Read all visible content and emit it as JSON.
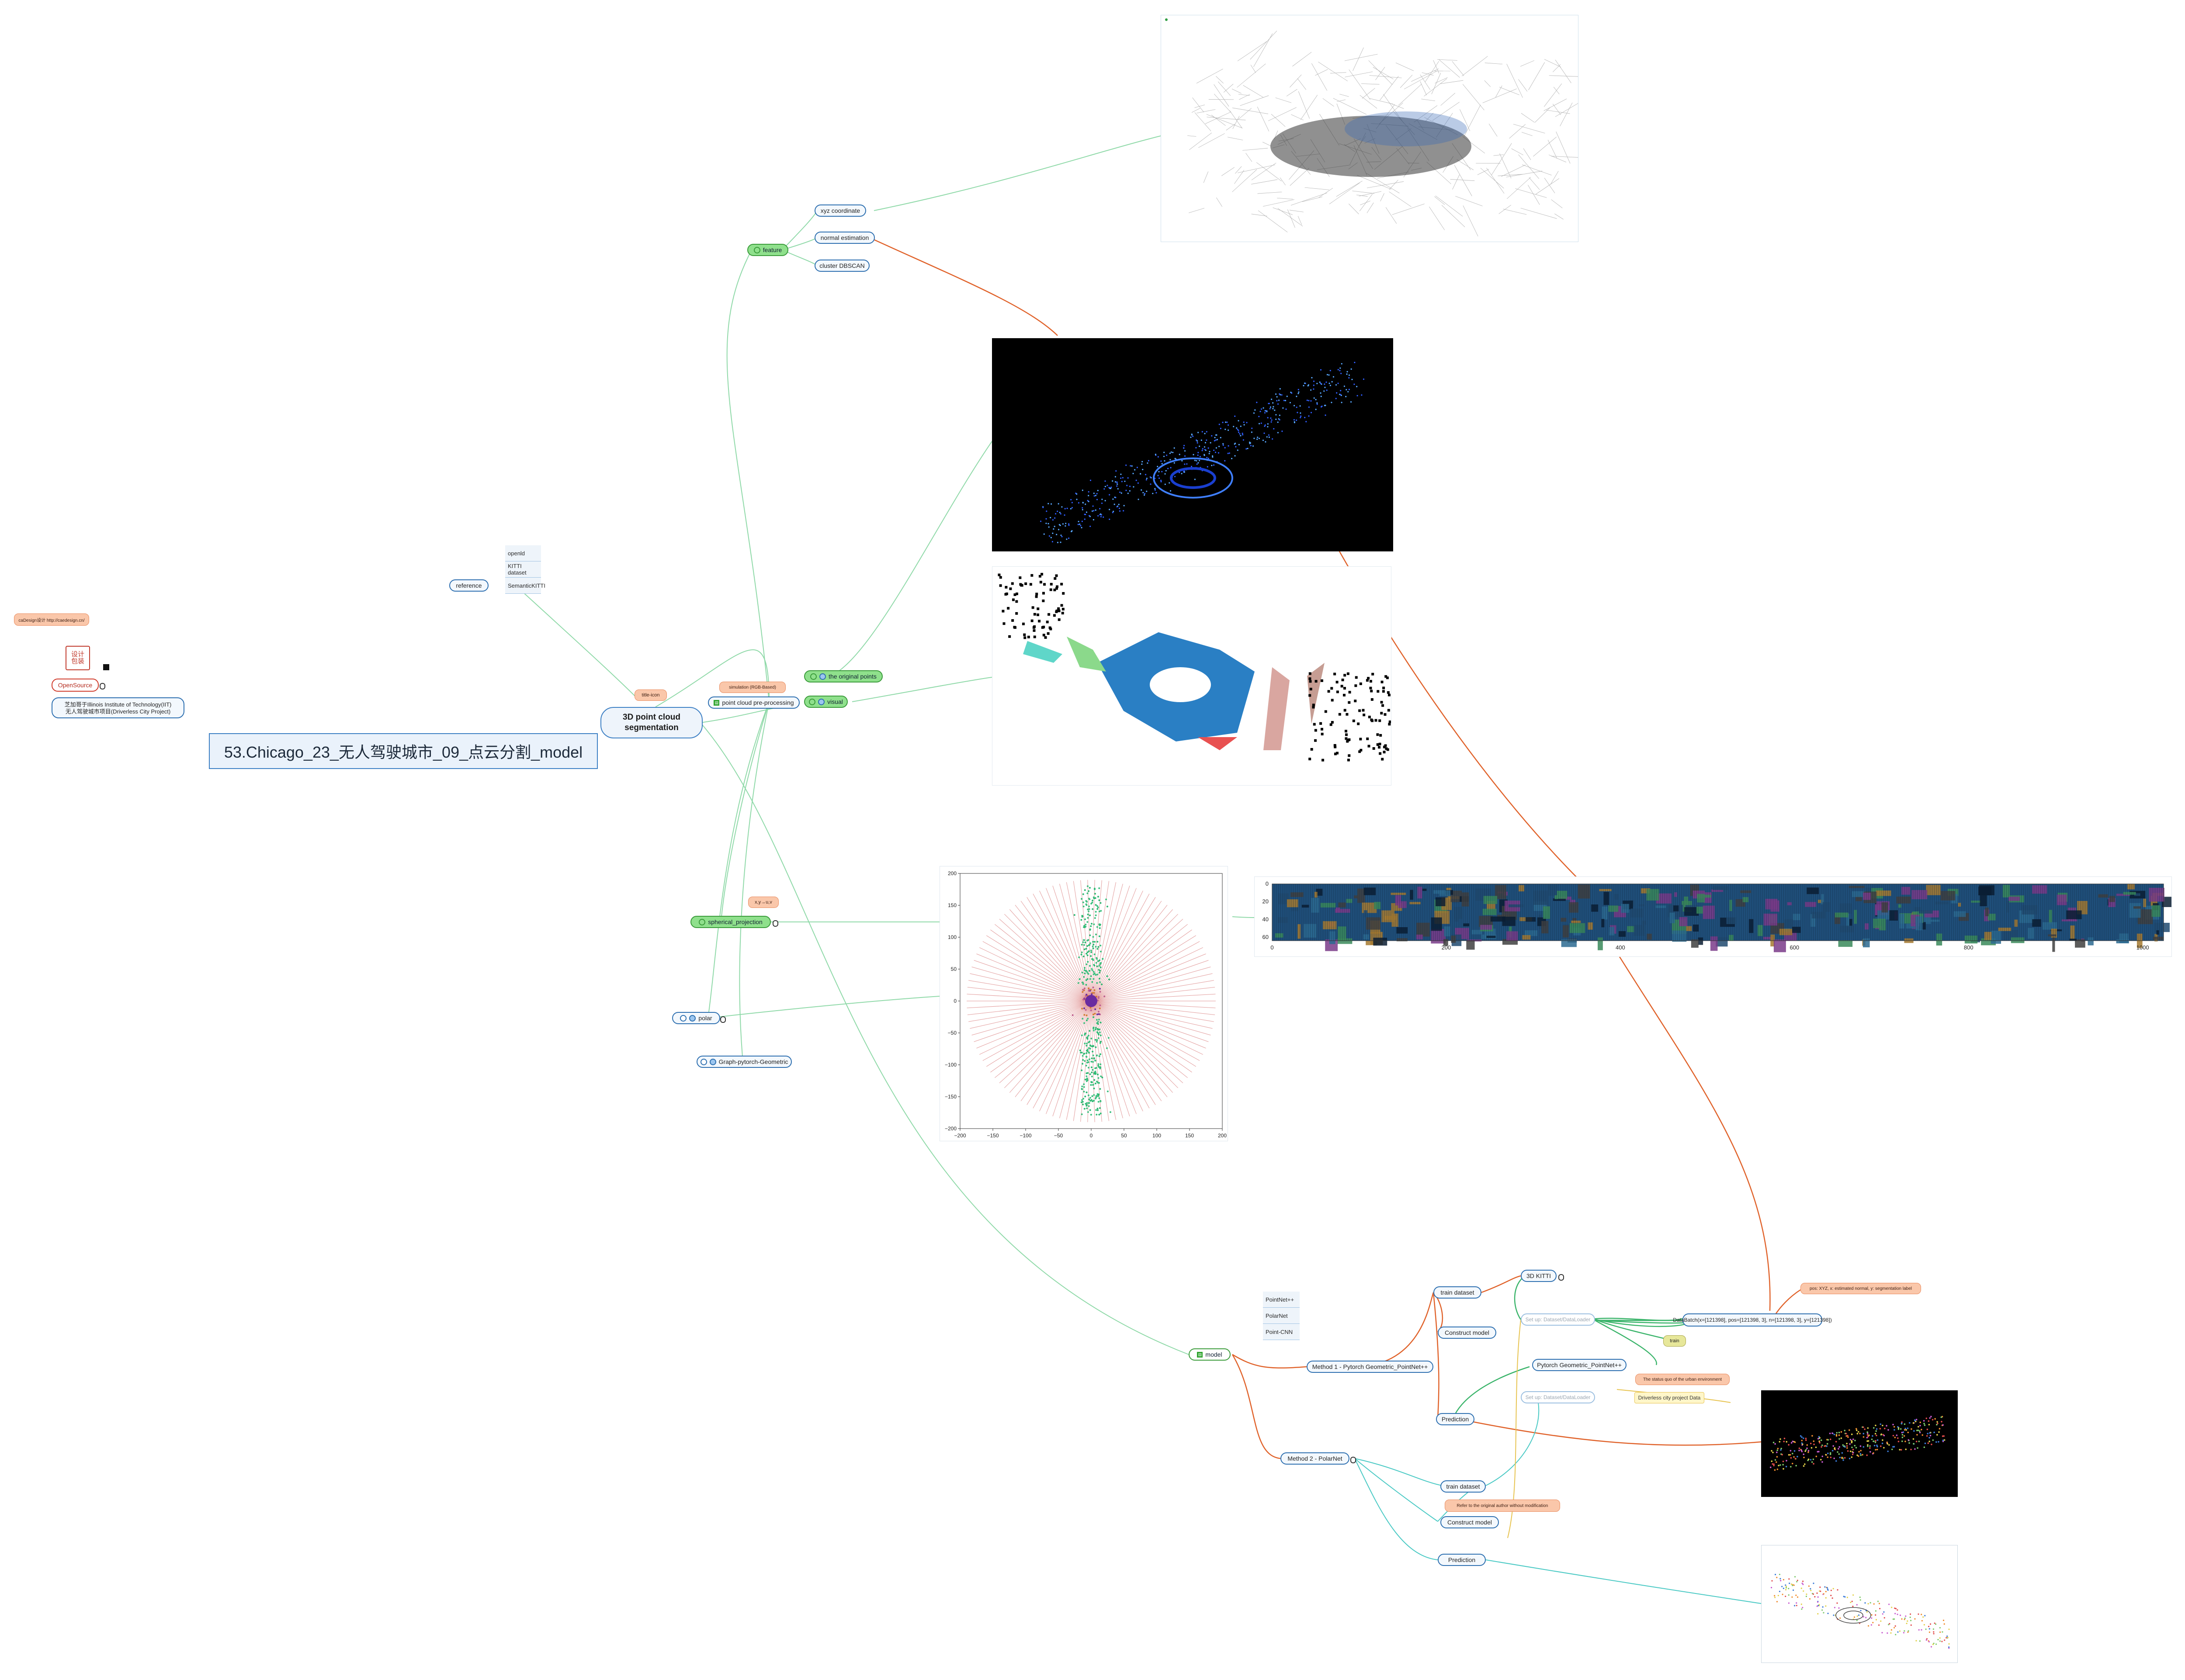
{
  "root": {
    "title": "53.Chicago_23_无人驾驶城市_09_点云分割_model"
  },
  "center": {
    "line1": "3D point cloud",
    "line2": "segmentation",
    "tag": "title-icon"
  },
  "sidebar": {
    "link": "caDesign设计 http://caedesign.cn/",
    "logo_line1": "设计",
    "logo_line2": "包装",
    "opensource": "OpenSource",
    "institute_line1": "芝加哥于Illinois Institute of Technology(IIT)",
    "institute_line2": "无人驾驶城市项目(Driverless City Project)"
  },
  "reference": {
    "label": "reference",
    "items": [
      "openld",
      "KITTI dataset",
      "SemanticKITTI"
    ]
  },
  "feature": {
    "label": "feature",
    "children": [
      "xyz coordinate",
      "normal estimation",
      "cluster DBSCAN"
    ]
  },
  "preprocessing": {
    "label": "point cloud pre-processing",
    "tag": "simulation (RGB-Based)"
  },
  "visual": {
    "label": "visual"
  },
  "original_points": {
    "label": "the original points"
  },
  "spherical": {
    "label": "spherical_projection",
    "tag": "x,y→u,v"
  },
  "polar": {
    "label": "polar"
  },
  "graph": {
    "label": "Graph-pytorch-Geometric"
  },
  "model": {
    "label": "model",
    "list": [
      "PointNet++",
      "PolarNet",
      "Point-CNN"
    ],
    "method1": "Method 1 - Pytorch Geometric_PointNet++",
    "method2": "Method 2 - PolarNet",
    "m1_train": "train dataset",
    "m1_kitti": "3D KITTI",
    "m1_setup1": "Set up: Dataset/DataLoader",
    "m1_construct": "Construct model",
    "m1_net": "Pytorch Geometric_PointNet++",
    "m1_setup2": "Set up: Dataset/DataLoader",
    "m1_pred": "Prediction",
    "databatch": "DataBatch(x=[121398], pos=[121398, 3], n=[121398, 3], y=[121398])",
    "pos_tag": "pos: XYZ, x: estimated normal, y: segmentation label",
    "train_badge": "train",
    "status_tag": "The status quo of the urban environment",
    "driverless_tag": "Driverless city project Data",
    "m2_train": "train dataset",
    "m2_refer": "Refer to the original author without modification",
    "m2_construct": "Construct model",
    "m2_pred": "Prediction"
  },
  "chart_data": [
    {
      "type": "scatter",
      "title": "",
      "xlim": [
        -200,
        200
      ],
      "ylim": [
        -200,
        200
      ],
      "xticks": [
        "−200",
        "−150",
        "−100",
        "−50",
        "0",
        "50",
        "100",
        "150",
        "200"
      ],
      "yticks": [
        "200",
        "150",
        "100",
        "50",
        "0",
        "−50",
        "−100",
        "−150",
        "−200"
      ]
    },
    {
      "type": "heatmap",
      "title": "",
      "xlim": [
        0,
        1024
      ],
      "ylim": [
        64,
        0
      ],
      "xticks": [
        "0",
        "200",
        "400",
        "600",
        "800",
        "1000"
      ],
      "yticks": [
        "0",
        "20",
        "40",
        "60"
      ]
    }
  ],
  "colors": {
    "edge_green": "#8fd9a8",
    "edge_orange": "#e0622a",
    "edge_cyan": "#49c9c4",
    "node_green": "#8fe08c",
    "node_blue": "#2d6fb0",
    "tag": "#fac7aa"
  }
}
